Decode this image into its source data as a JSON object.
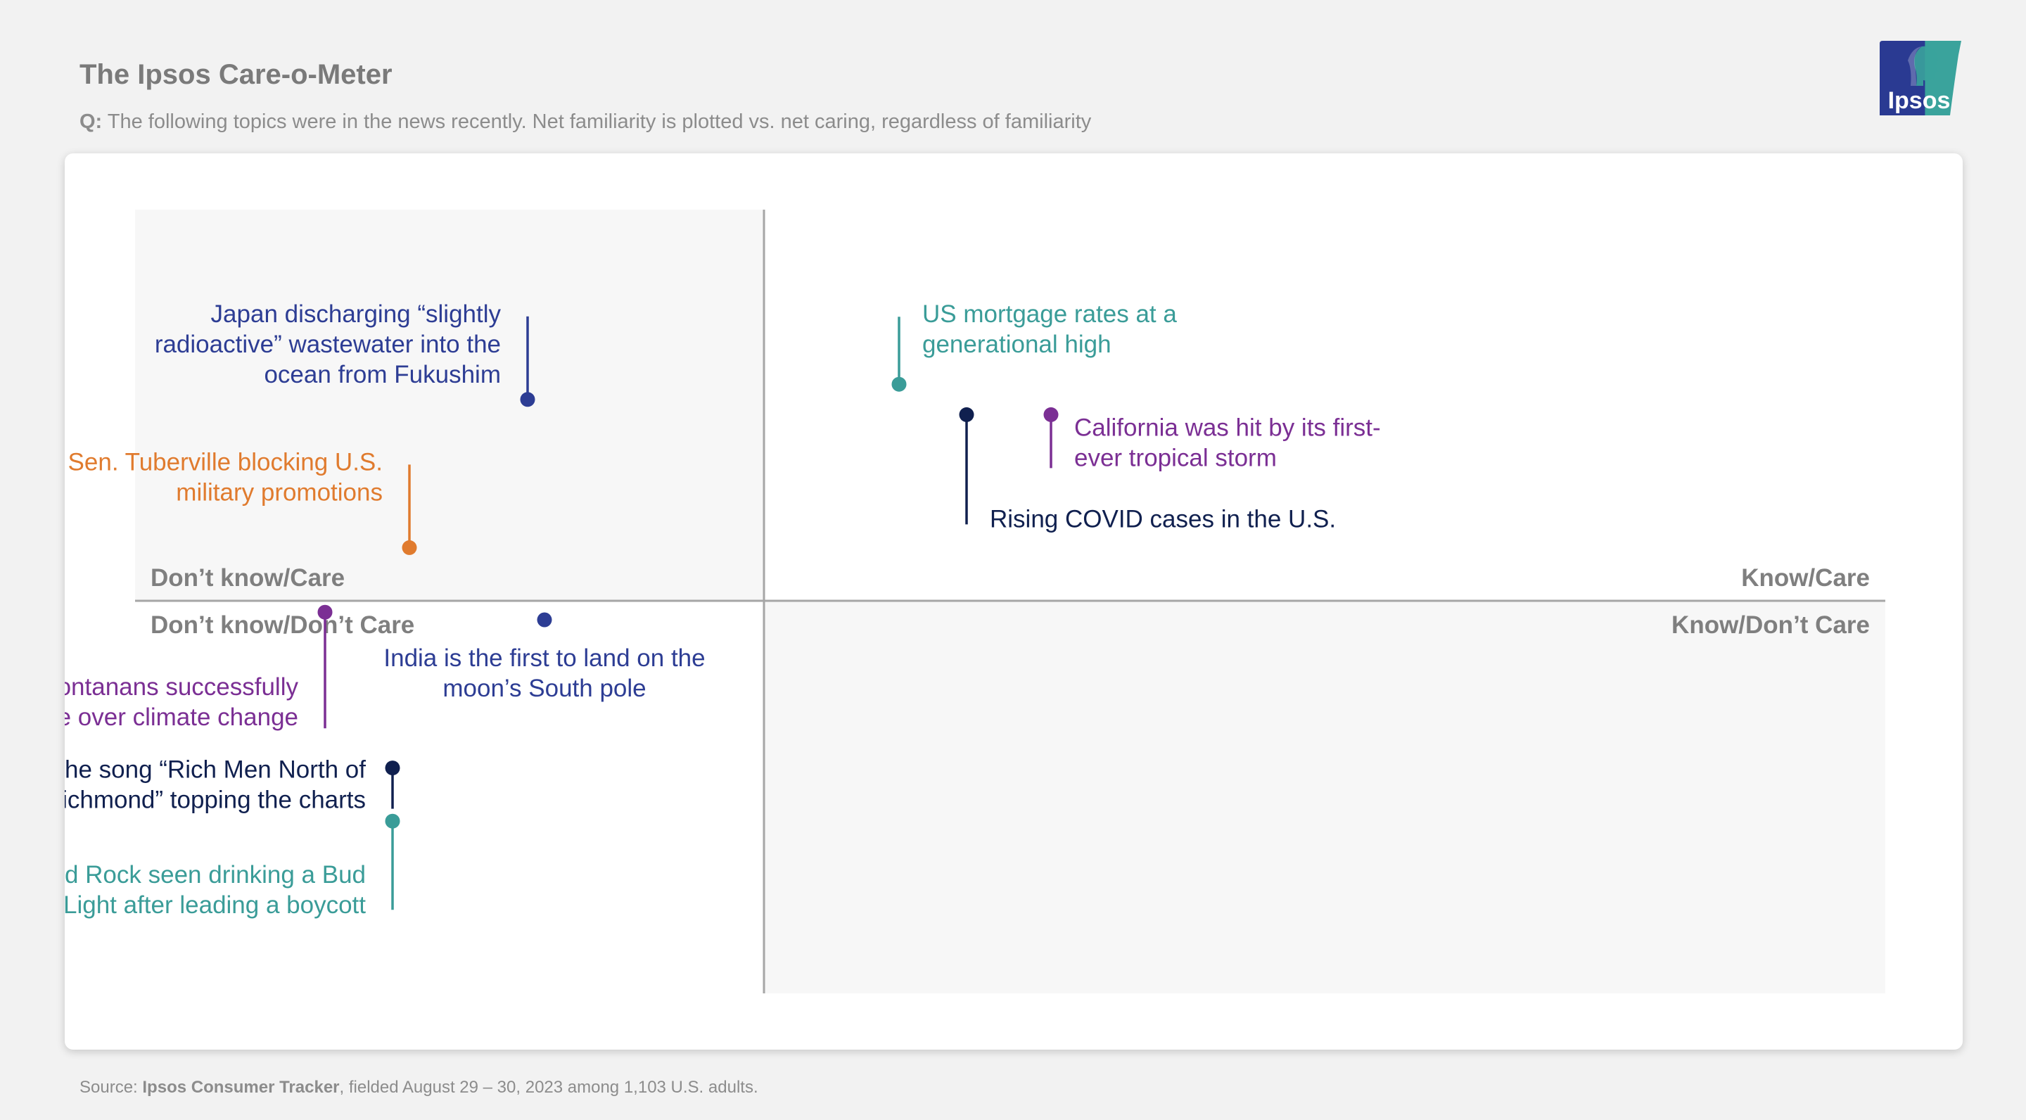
{
  "header": {
    "title": "The Ipsos Care-o-Meter",
    "question_prefix": "Q:",
    "question_text": "The following topics were in the news recently. Net familiarity is plotted vs. net caring, regardless of familiarity"
  },
  "logo": {
    "text": "Ipsos",
    "icon": "ipsos-head-logo",
    "colors": [
      "#2a3a92",
      "#3aa39c"
    ]
  },
  "footer": {
    "source_prefix": "Source: ",
    "source_name": "Ipsos Consumer Tracker",
    "source_rest": ", fielded August 29 – 30, 2023 among 1,103 U.S. adults."
  },
  "chart_data": {
    "type": "scatter",
    "title": "",
    "xlabel": "",
    "ylabel": "",
    "grid": false,
    "quadrants": {
      "top_left": "Don’t know/Care",
      "top_right": "Know/Care",
      "bottom_left": "Don’t know/Don’t Care",
      "bottom_right": "Know/Don’t Care"
    },
    "points": [
      {
        "label": [
          "Japan discharging “slightly",
          "radioactive” wastewater into the",
          "ocean from Fukushim"
        ],
        "x": -0.28,
        "y": 0.53,
        "color": "#2d3d94"
      },
      {
        "label": [
          "Sen. Tuberville blocking U.S.",
          "military promotions"
        ],
        "x": -0.42,
        "y": 0.14,
        "color": "#e07b2e"
      },
      {
        "label": [
          "US mortgage rates at a",
          "generational high"
        ],
        "x": 0.16,
        "y": 0.57,
        "color": "#3a9c98"
      },
      {
        "label": [
          "California was hit by its first-",
          "ever tropical storm"
        ],
        "x": 0.34,
        "y": 0.49,
        "color": "#7b2f94"
      },
      {
        "label": [
          "Rising COVID cases in the U.S."
        ],
        "x": 0.24,
        "y": 0.49,
        "color": "#10204f"
      },
      {
        "label": [
          "India is the first to land on the",
          "moon’s South pole"
        ],
        "x": -0.26,
        "y": -0.05,
        "color": "#2d3d94"
      },
      {
        "label": [
          "Young Montanans successfully",
          "sued the state over climate change"
        ],
        "x": -0.52,
        "y": -0.03,
        "color": "#7b2f94"
      },
      {
        "label": [
          "The song “Rich Men North of",
          "Richmond” topping the charts"
        ],
        "x": -0.44,
        "y": -0.44,
        "color": "#10204f"
      },
      {
        "label": [
          "Kid Rock seen drinking a Bud",
          "Light after leading a boycott"
        ],
        "x": -0.44,
        "y": -0.58,
        "color": "#3a9c98"
      }
    ],
    "colors": {
      "quadrant_shade": "#f7f7f7",
      "axis": "#a6a6a6",
      "quadrant_label": "#7f7f7f"
    }
  }
}
